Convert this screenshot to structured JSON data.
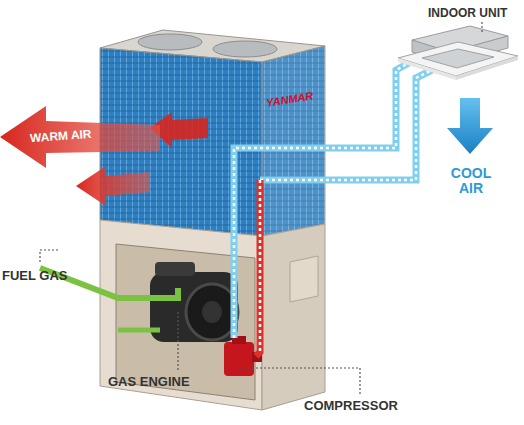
{
  "diagram": {
    "nodes": [
      {
        "text": [
          "WARM AIR"
        ]
      }
    ],
    "labels": [
      "YANMAR",
      "INDOOR UNIT",
      "COOL AIR",
      "FUEL GAS",
      "GAS ENGINE",
      "COMPRESSOR"
    ]
  }
}
